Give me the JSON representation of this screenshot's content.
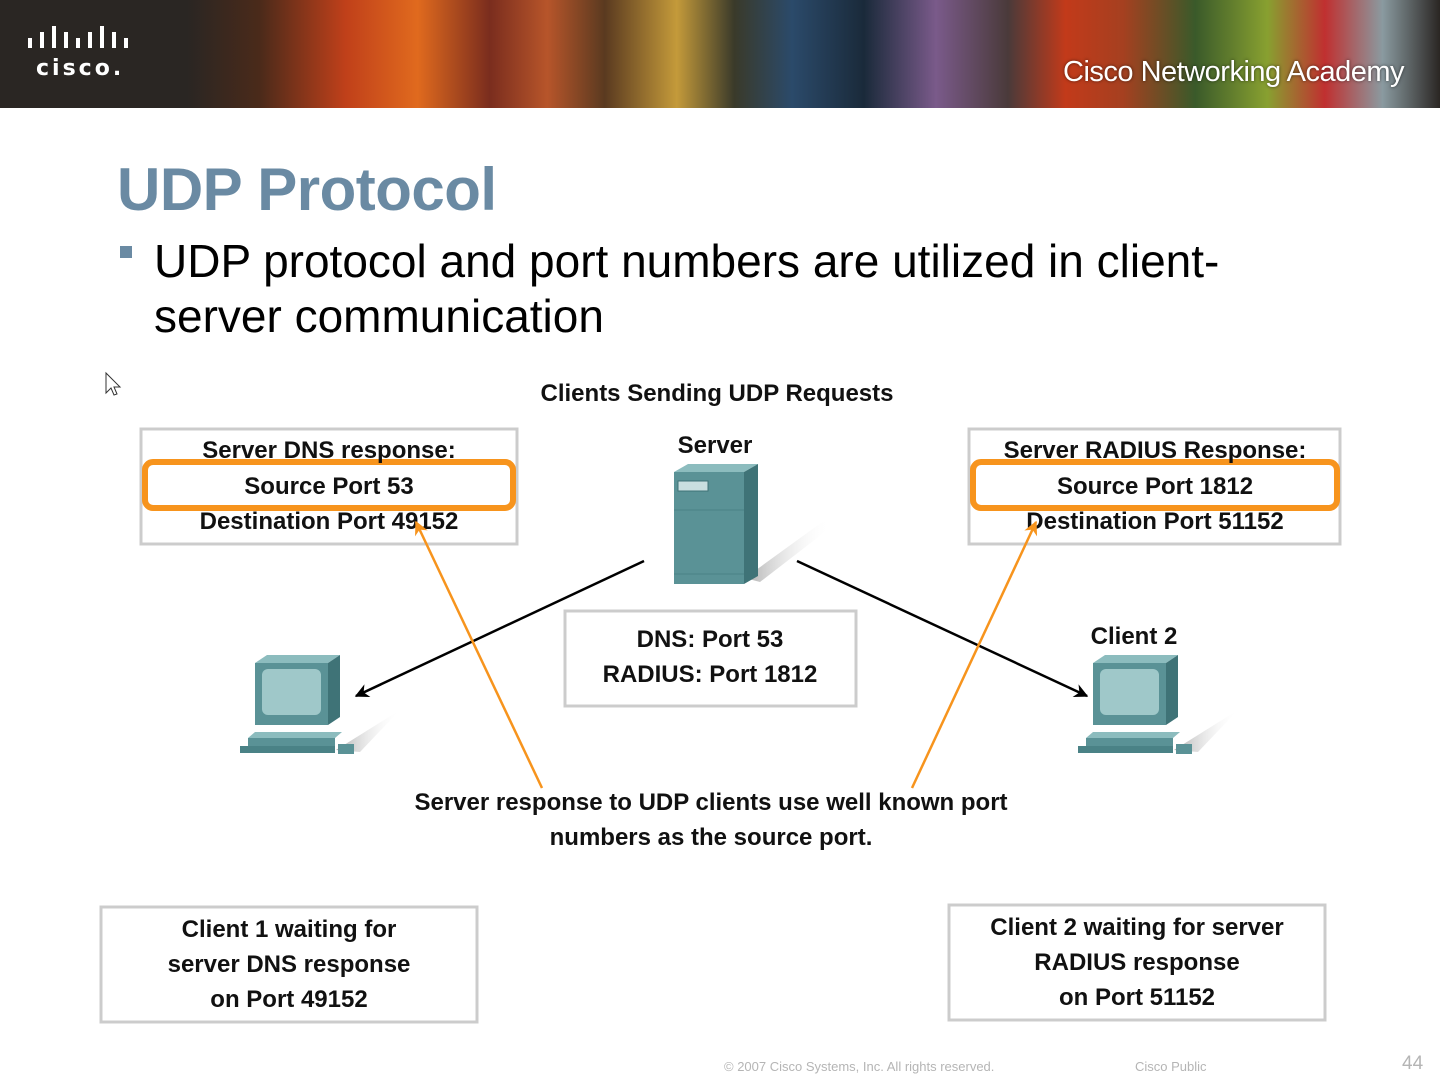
{
  "banner": {
    "logo_text": "cisco.",
    "logo_icon": "cisco-bridge-bars-icon",
    "academy_text": "Cisco Networking Academy"
  },
  "slide": {
    "title": "UDP Protocol",
    "bullet": "UDP protocol and port numbers are utilized in client-server communication"
  },
  "diagram": {
    "heading": "Clients Sending UDP  Requests",
    "server_label": "Server",
    "client2_label": "Client 2",
    "dns_box": {
      "line1": "Server DNS response:",
      "line2": "Source Port 53",
      "line3": "Destination Port 49152"
    },
    "radius_box": {
      "line1": "Server RADIUS Response:",
      "line2": "Source Port 1812",
      "line3": "Destination Port 51152"
    },
    "ports_box": {
      "line1": "DNS: Port 53",
      "line2": "RADIUS: Port 1812"
    },
    "note": {
      "line1": "Server response to UDP clients use well known port",
      "line2": "numbers as the source port."
    },
    "client1_wait": {
      "line1": "Client 1 waiting for",
      "line2": "server DNS response",
      "line3": "on Port 49152"
    },
    "client2_wait": {
      "line1": "Client 2 waiting for server",
      "line2": "RADIUS response",
      "line3": "on Port 51152"
    },
    "colors": {
      "highlight": "#f7941d",
      "arrow_response": "#f7941d",
      "device": "#5a9296"
    }
  },
  "footer": {
    "copyright": "© 2007 Cisco Systems, Inc. All rights reserved.",
    "classification": "Cisco Public",
    "page_number": "44"
  }
}
